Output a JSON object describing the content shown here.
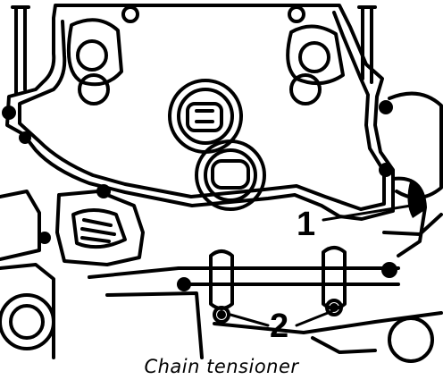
{
  "figure": {
    "callouts": [
      {
        "number": "1"
      },
      {
        "number": "2"
      }
    ],
    "caption": "Chain tensioner",
    "icons": [
      "engine-drawing",
      "camshaft-sprocket",
      "chain-tensioner",
      "bolt"
    ],
    "colors": {
      "line": "#000000",
      "background": "#ffffff"
    }
  }
}
